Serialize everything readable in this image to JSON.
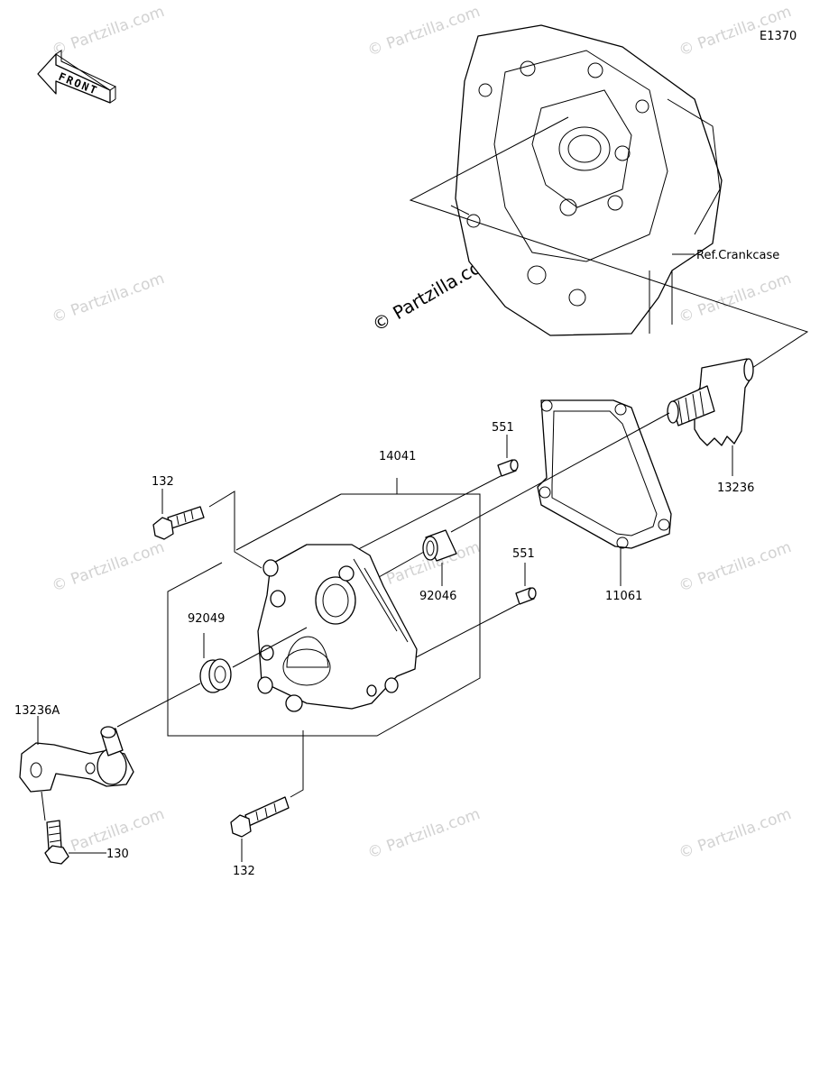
{
  "diagram_code": "E1370",
  "front_arrow_label": "FRONT",
  "reference_label": "Ref.Crankcase",
  "watermark_main": "© Partzilla.com",
  "watermark_repeat": "© Partzilla.com",
  "callouts": {
    "p14041": "14041",
    "p551_top": "551",
    "p551_bottom": "551",
    "p132_top": "132",
    "p132_bottom": "132",
    "p92046": "92046",
    "p92049": "92049",
    "p11061": "11061",
    "p13236": "13236",
    "p13236A": "13236A",
    "p130": "130"
  }
}
